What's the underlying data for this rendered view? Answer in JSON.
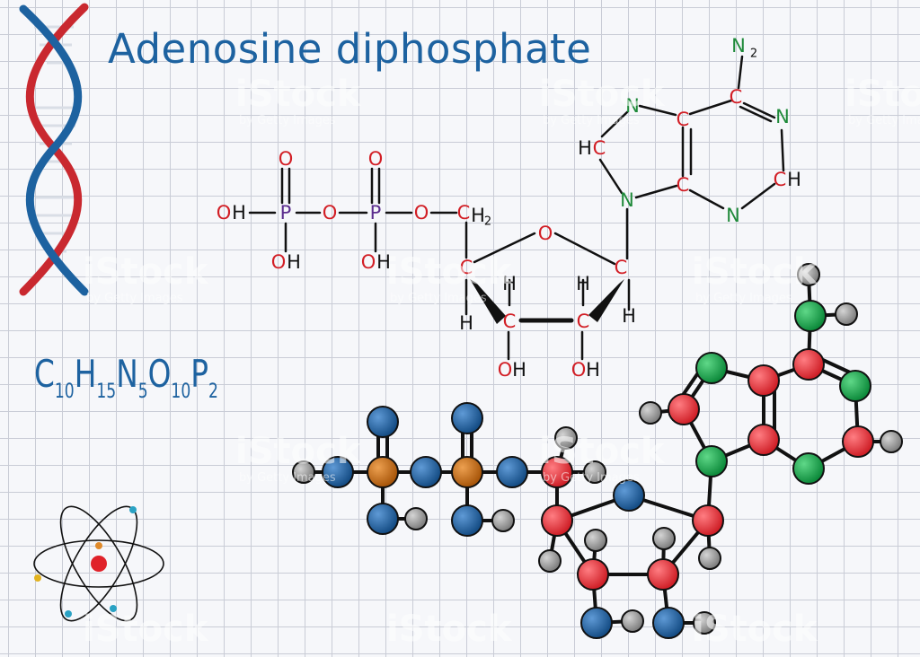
{
  "title": "Adenosine diphosphate",
  "formula": {
    "parts": [
      {
        "sym": "C",
        "n": "10"
      },
      {
        "sym": "H",
        "n": "15"
      },
      {
        "sym": "N",
        "n": "5"
      },
      {
        "sym": "O",
        "n": "10"
      },
      {
        "sym": "P",
        "n": "2"
      }
    ]
  },
  "atom_labels": {
    "n_amine": "N",
    "h2_amine": "2",
    "c_top": "C",
    "n_right": "N",
    "ch_right_c": "C",
    "ch_right_h": "H",
    "n_bottom": "N",
    "c_mid_top": "C",
    "c_mid_bottom": "C",
    "n_left": "N",
    "hc_h": "H",
    "hc_c": "C",
    "n_glyco": "N",
    "oh1_o": "O",
    "oh1_h": "H",
    "p1": "P",
    "o1_top": "O",
    "oh2_o": "O",
    "oh2_h": "H",
    "o_bridge1": "O",
    "p2": "P",
    "o2_top": "O",
    "oh3_o": "O",
    "oh3_h": "H",
    "o_bridge2": "O",
    "ch2_c": "C",
    "ch2_h": "H",
    "ch2_sub": "2",
    "ring_o": "O",
    "c4": "C",
    "c1": "C",
    "c3": "C",
    "c2": "C",
    "h_c4": "H",
    "h_c3": "H",
    "h_c2": "H",
    "h_c1": "H",
    "oh_c3_o": "O",
    "oh_c3_h": "H",
    "oh_c2_o": "O",
    "oh_c2_h": "H"
  },
  "colors": {
    "title": "#1d62a0",
    "carbon_label": "#d21e25",
    "nitrogen_label": "#1f8a3a",
    "phosphorus_label": "#5b2d8e",
    "bond": "#111111",
    "ball_oxygen": "#1f5d9a",
    "ball_carbon": "#e8383f",
    "ball_nitrogen": "#14a04a",
    "ball_phosphorus": "#c26b12",
    "ball_hydrogen": "#9a9a9a"
  },
  "watermark": {
    "brand": "iStock",
    "byline": "by Getty Images"
  },
  "icons": [
    "dna-helix-icon",
    "atom-icon"
  ]
}
